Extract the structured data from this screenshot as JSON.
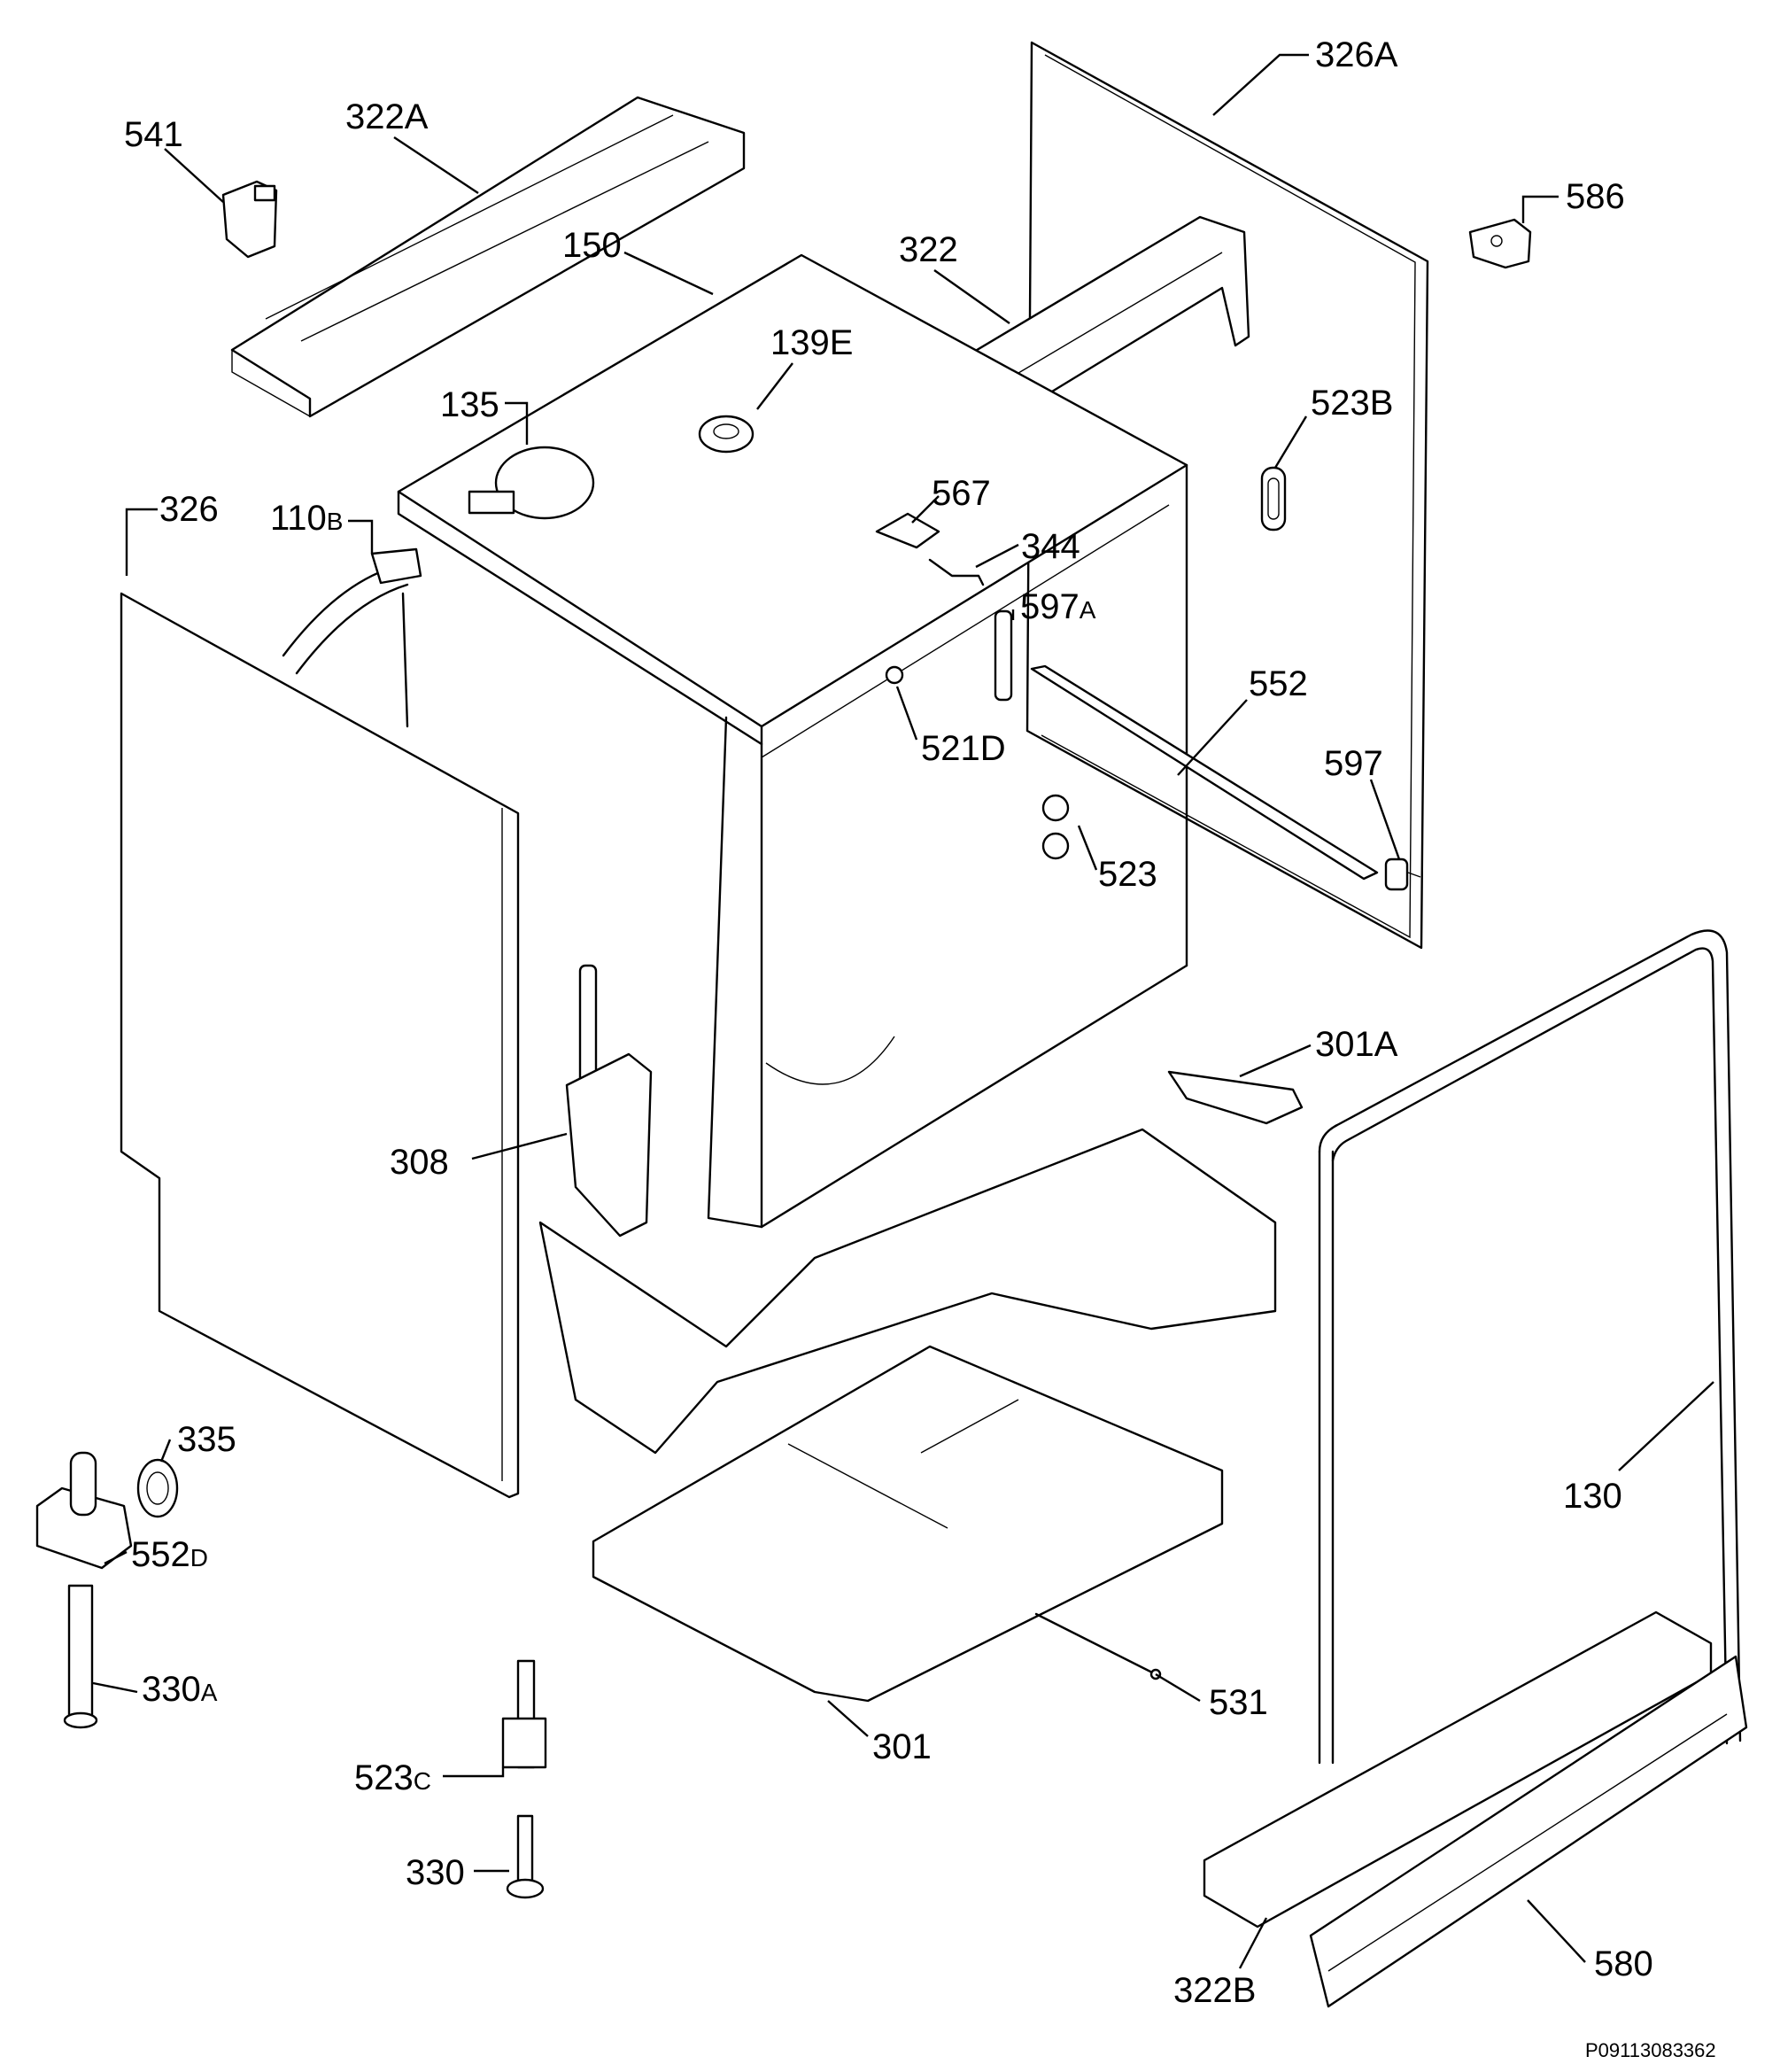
{
  "diagram": {
    "drawing_code": "P09113083362",
    "labels": {
      "l326A": "326A",
      "l541": "541",
      "l322A": "322A",
      "l586": "586",
      "l150": "150",
      "l322": "322",
      "l139E": "139E",
      "l135": "135",
      "l523B": "523B",
      "l326": "326",
      "l110": "110",
      "l110s": "B",
      "l567": "567",
      "l344": "344",
      "l597A": "597",
      "l597As": "A",
      "l552": "552",
      "l521D": "521D",
      "l597": "597",
      "l523": "523",
      "l301A": "301A",
      "l308": "308",
      "l130": "130",
      "l335": "335",
      "l552D": "552",
      "l552Ds": "D",
      "l330A": "330",
      "l330As": "A",
      "l531": "531",
      "l301": "301",
      "l523C": "523",
      "l523Cs": "C",
      "l330": "330",
      "l322B": "322B",
      "l580": "580"
    }
  }
}
